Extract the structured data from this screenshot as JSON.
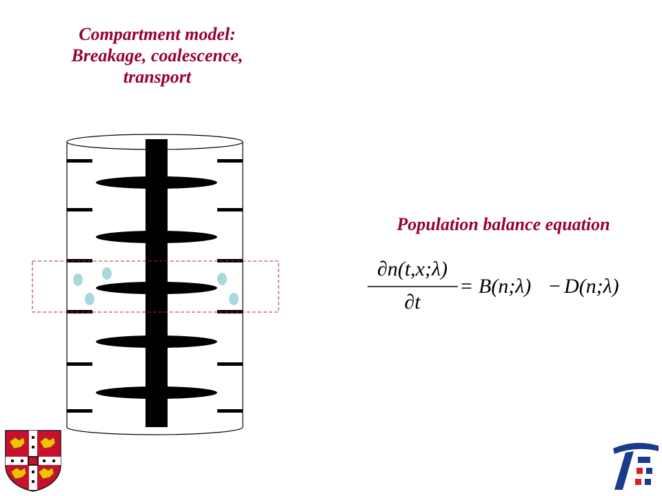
{
  "title": {
    "line1": "Compartment model:",
    "line2": "Breakage, coalescence,",
    "line3": "transport"
  },
  "equation": {
    "label": "Population balance equation",
    "numerator": "∂n(t,x;λ)",
    "denominator": "∂t",
    "rhs_birth": "B(n;λ)",
    "rhs_death": "D(n;λ)"
  },
  "colors": {
    "accent": "#990033",
    "droplet": "#a8d8dc",
    "compartment_border": "#b22234",
    "logo_blue": "#1a3a8c",
    "logo_red": "#d42020"
  },
  "icons": {
    "crest": "university-of-cambridge-crest",
    "logo": "institute-logo"
  }
}
